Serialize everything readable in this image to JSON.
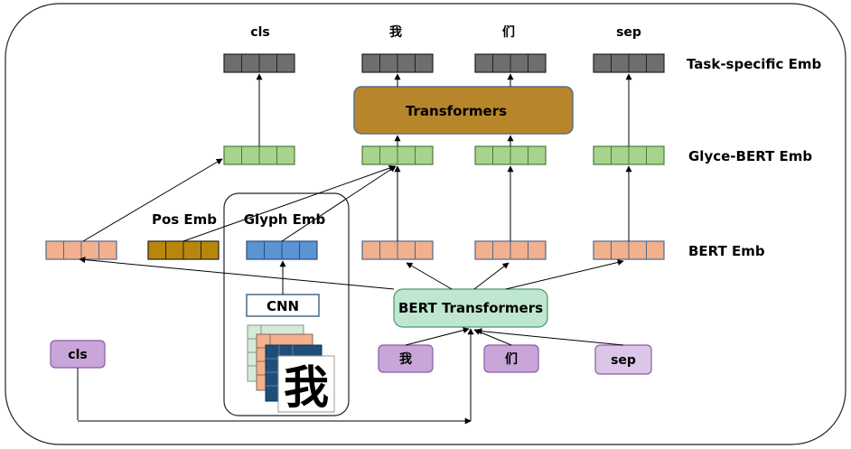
{
  "top_tokens": [
    "cls",
    "我",
    "们",
    "sep"
  ],
  "right_labels": {
    "task": "Task-specific Emb",
    "glyce": "Glyce-BERT Emb",
    "bert": "BERT Emb"
  },
  "transformers": "Transformers",
  "pos_emb": "Pos Emb",
  "glyph_emb": "Glyph Emb",
  "cnn": "CNN",
  "bert_transformers": "BERT Transformers",
  "input_tokens": [
    "cls",
    "我",
    "们",
    "sep"
  ],
  "glyph_char": "我",
  "colors": {
    "task": "#6e6e6e",
    "glyce": "#a8d38c",
    "bert": "#f2b08e",
    "pos": "#b8860b",
    "glyph": "#5b93d3",
    "transformers": "#b8862a",
    "bert_transformers": "#bfe6cf",
    "token": "#c9a6d9"
  }
}
